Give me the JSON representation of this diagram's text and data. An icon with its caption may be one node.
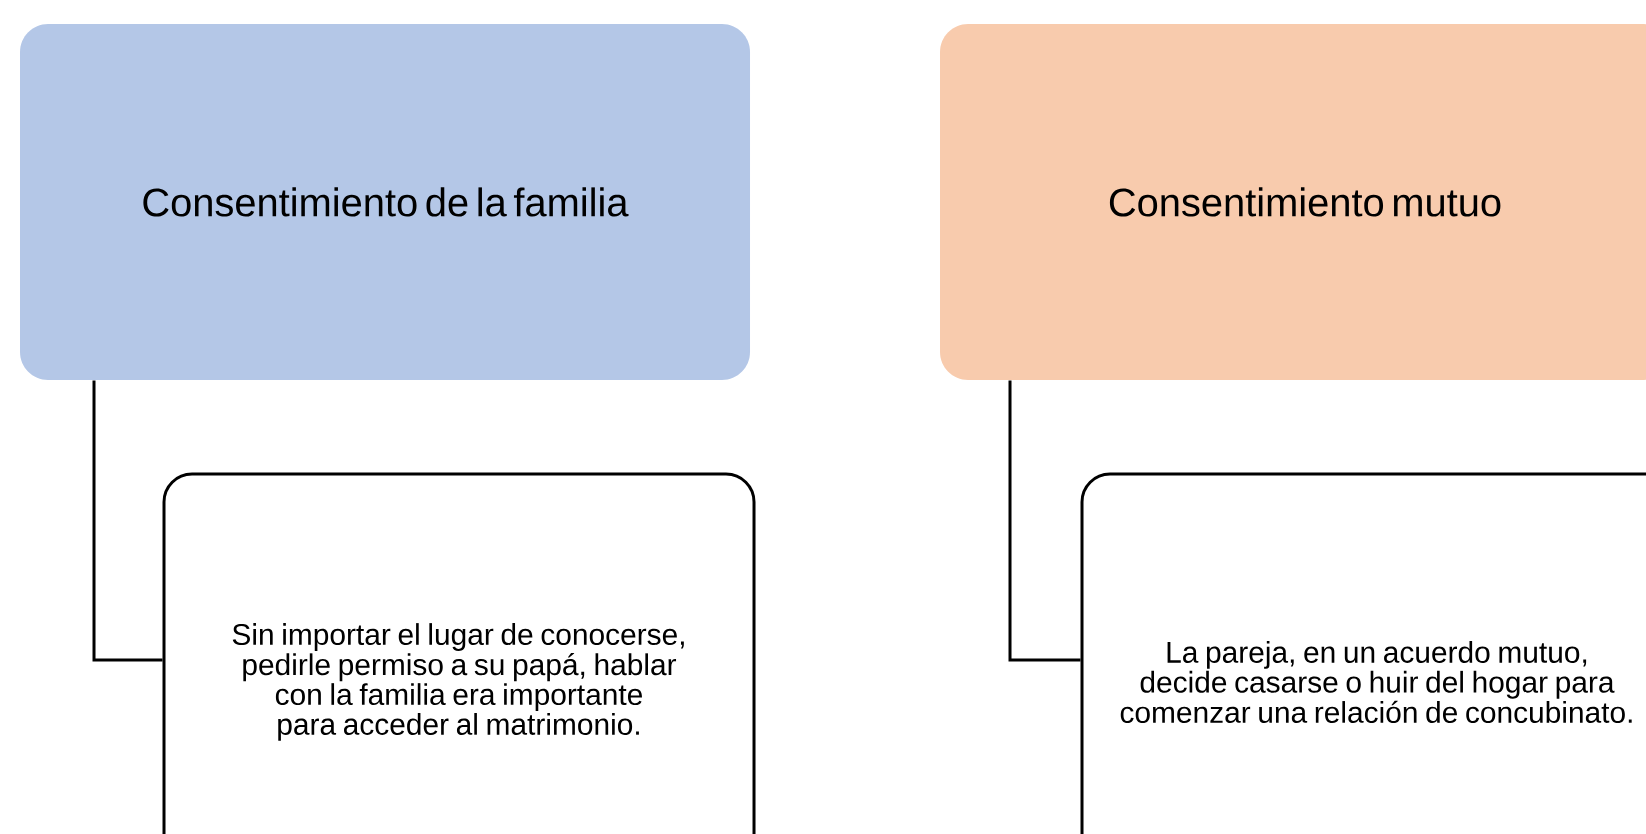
{
  "diagram": {
    "nodes": [
      {
        "text": [
          "Consentimiento de la familia"
        ]
      },
      {
        "text": [
          "Sin importar el lugar de conocerse, pedirle permiso a su papá, hablar con la familia era importante para acceder al matrimonio."
        ]
      },
      {
        "text": [
          "Consentimiento mutuo"
        ]
      },
      {
        "text": [
          "La pareja, en un acuerdo mutuo, decide casarse o huir del hogar para comenzar una relación de concubinato."
        ]
      }
    ],
    "edges": [
      {
        "from": 0,
        "to": 1,
        "arrow": "none"
      },
      {
        "from": 2,
        "to": 3,
        "arrow": "none"
      }
    ]
  }
}
